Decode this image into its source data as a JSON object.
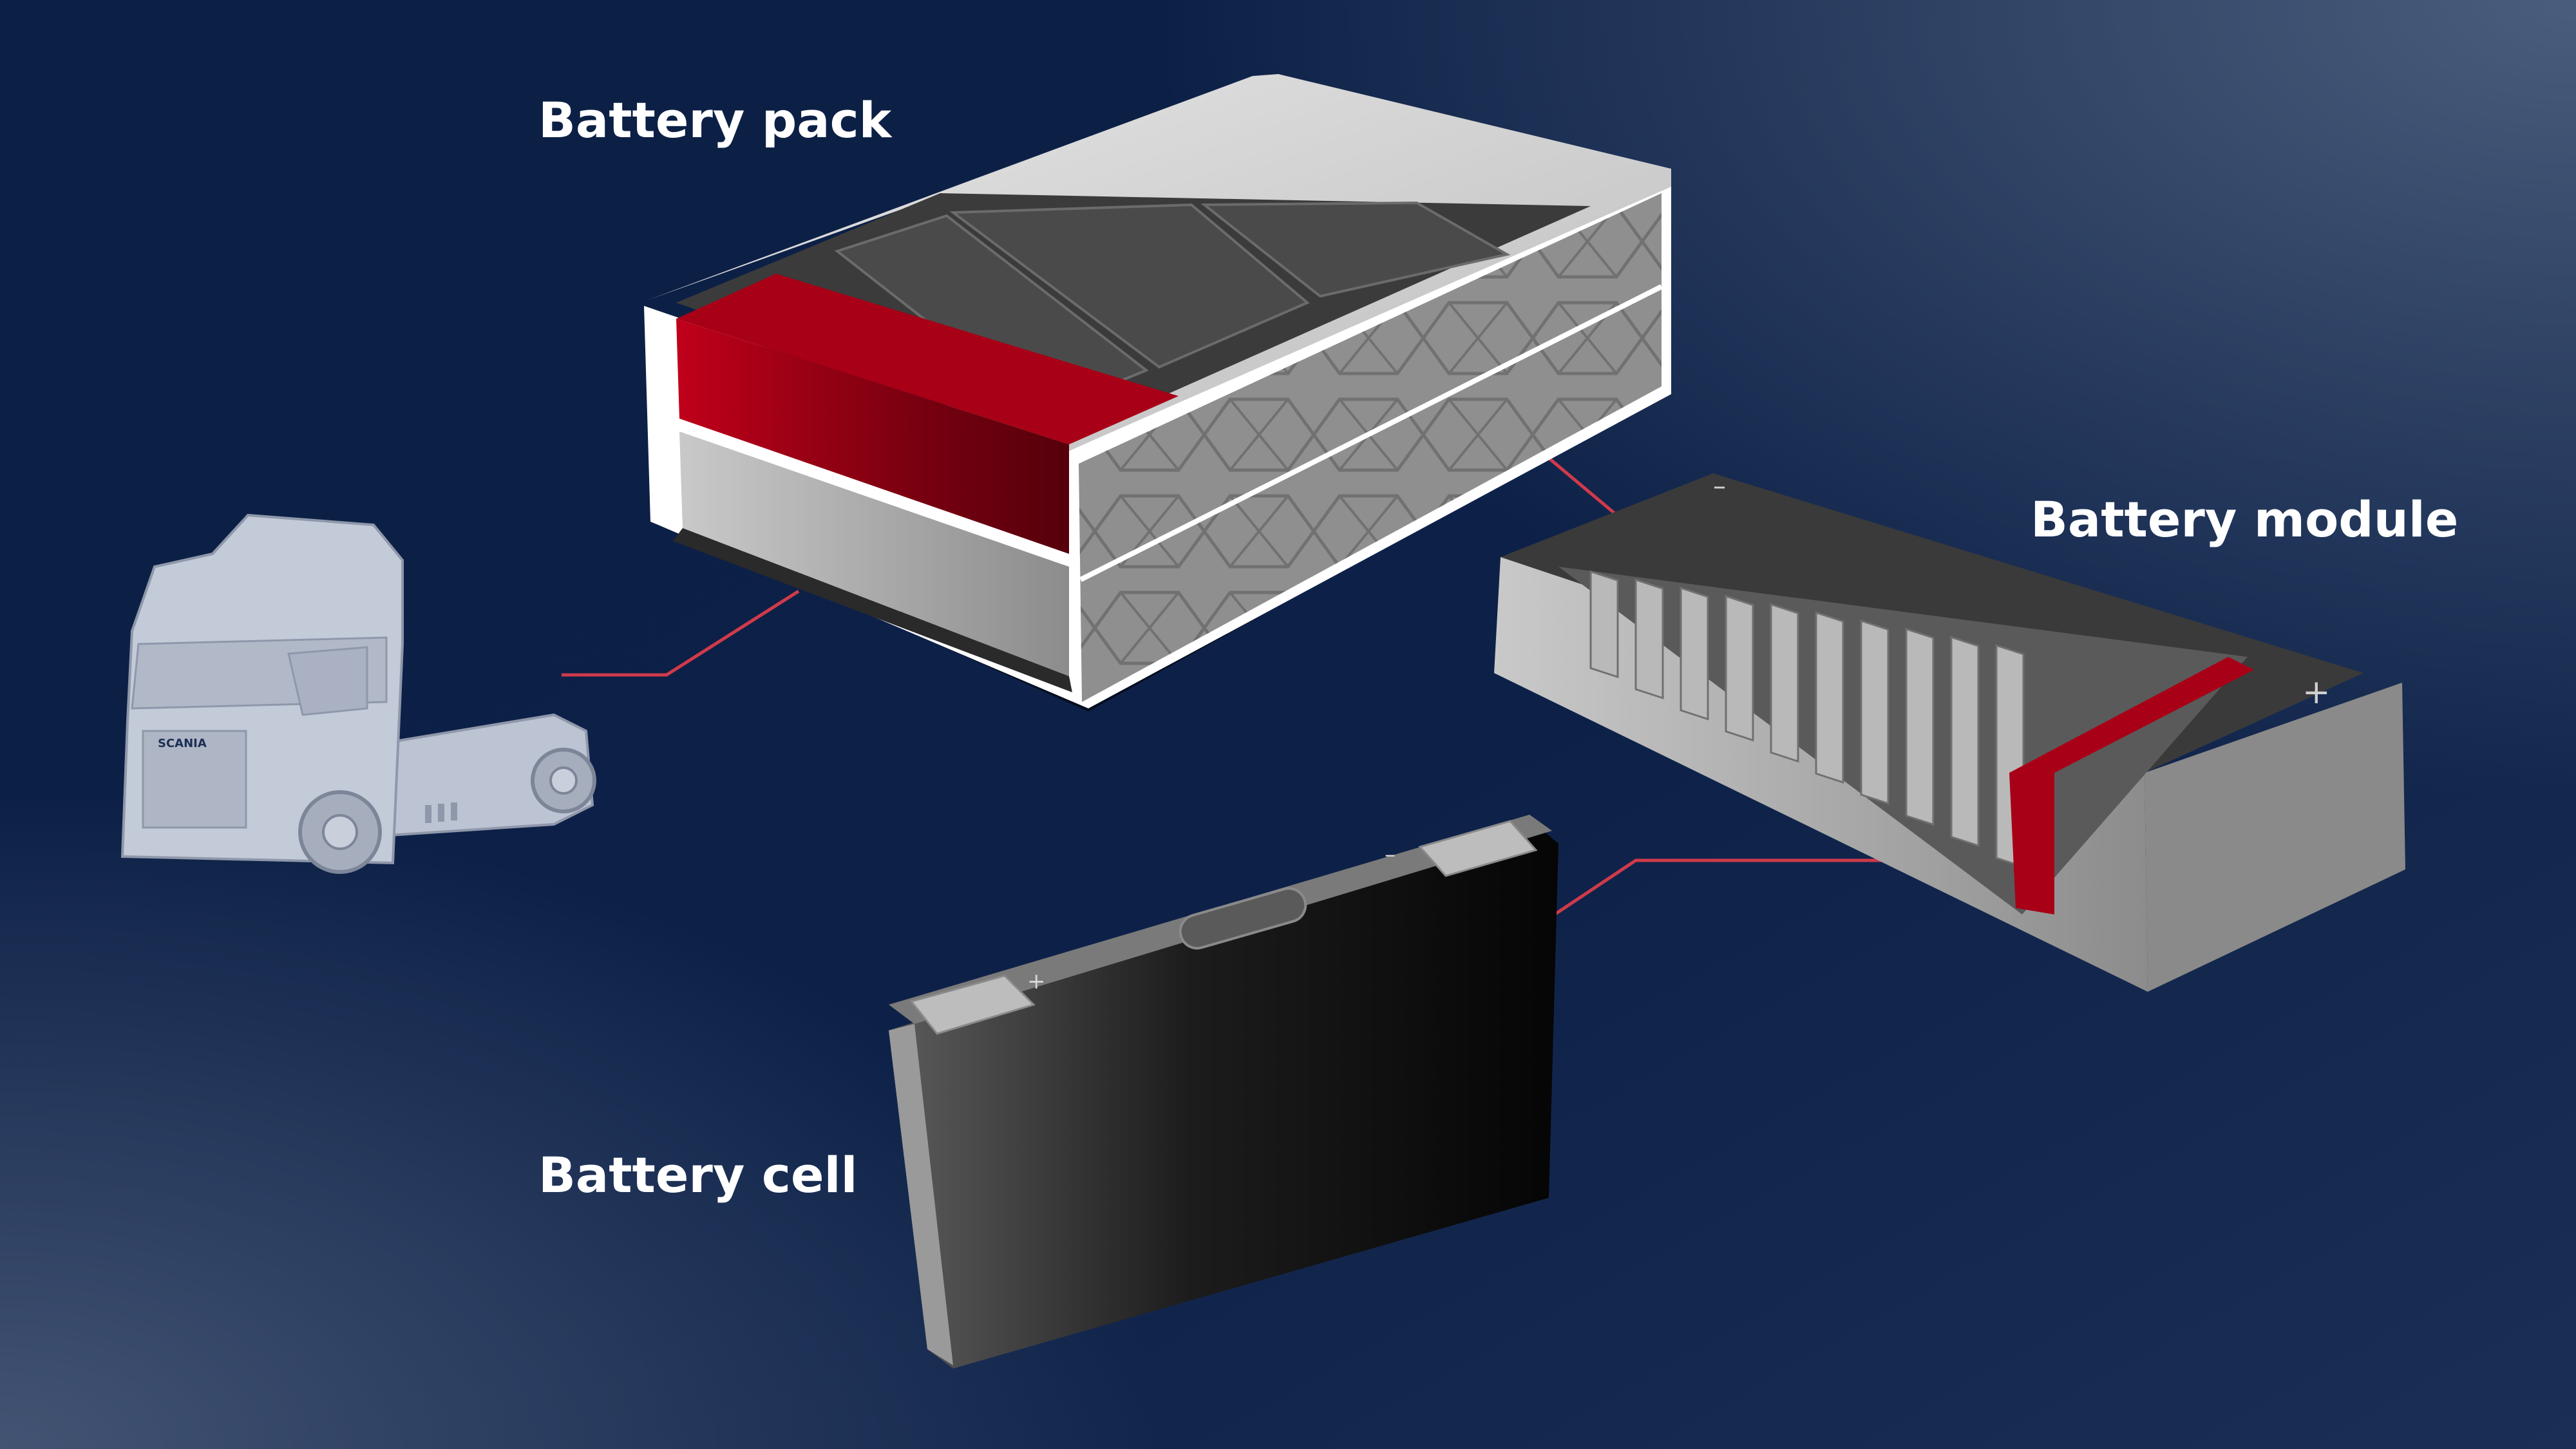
{
  "labels": {
    "battery_pack": "Battery pack",
    "battery_module": "Battery module",
    "battery_cell": "Battery cell"
  },
  "truck": {
    "brand_badge": "SCANIA"
  },
  "cell": {
    "positive_terminal": "+",
    "negative_terminal": "–"
  },
  "module": {
    "positive_terminal": "+",
    "negative_terminal": "–"
  },
  "colors": {
    "background_dark": "#0d2148",
    "background_light": "#3f5272",
    "accent_red": "#9a0014",
    "callout_line": "#d03a4a",
    "truck_fill": "#c3cad8",
    "casing_grey": "#b5b5b5",
    "cell_black": "#141414"
  }
}
